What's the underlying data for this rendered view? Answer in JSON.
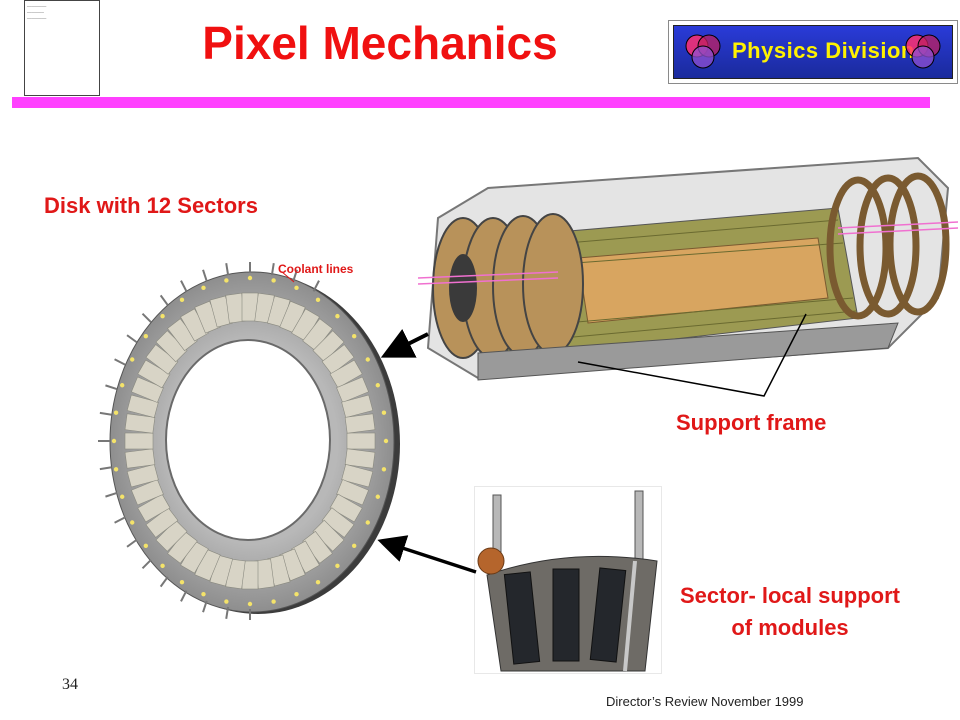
{
  "slide": {
    "title": "Pixel Mechanics",
    "badge_text": "Physics Division",
    "labels": {
      "disk": "Disk with 12 Sectors",
      "coolant": "Coolant lines",
      "support": "Support frame",
      "sector_line1": "Sector- local support",
      "sector_line2": "of modules"
    },
    "page_number": "34",
    "footer": "Director’s Review November 1999"
  },
  "colors": {
    "title": "#f01010",
    "labels": "#e01818",
    "divider": "#ff40ff",
    "badge_bg": "#1a2a9c",
    "badge_text": "#fff200"
  },
  "icons": {
    "badge_logo": "venn-circles-icon"
  }
}
